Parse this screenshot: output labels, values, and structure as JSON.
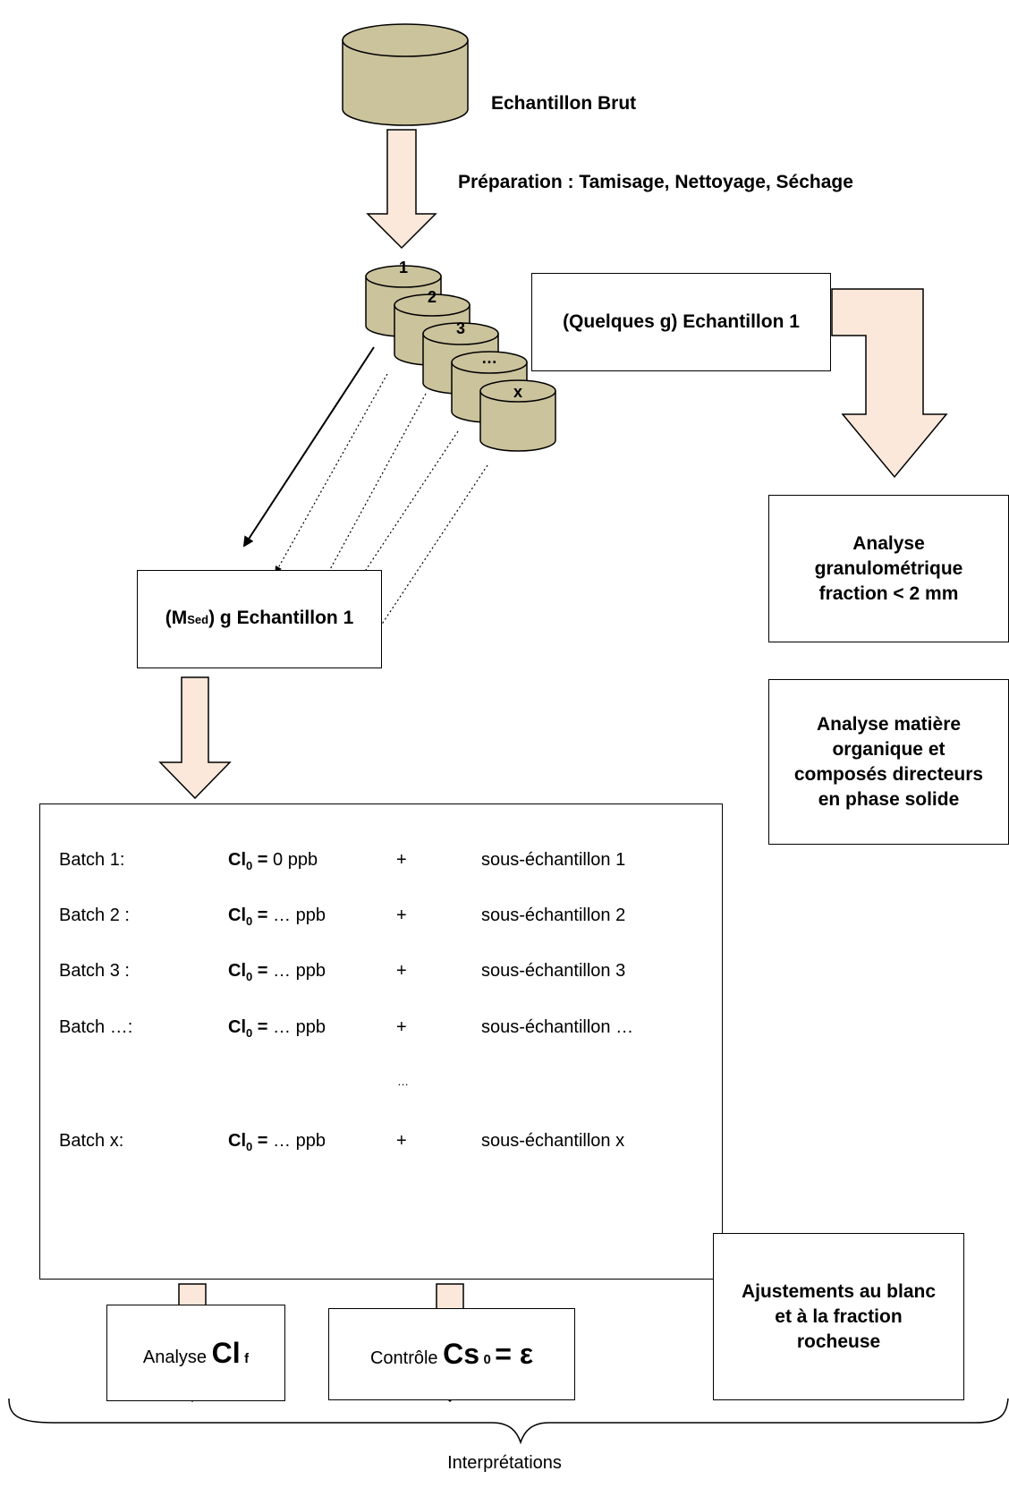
{
  "labels": {
    "sample_raw": "Echantillon Brut",
    "preparation": "Préparation : Tamisage, Nettoyage, Séchage"
  },
  "cylinders": [
    "1",
    "2",
    "3",
    "…",
    "x"
  ],
  "boxes": {
    "few_grams_sample": "(Quelques g) Echantillon 1",
    "msed_prefix": "(M",
    "msed_sub": "Sed",
    "msed_suffix": ") g Echantillon 1",
    "granulometric": "Analyse granulométrique fraction < 2 mm",
    "organic": "Analyse matière organique et composés directeurs en phase solide",
    "adjustments": "Ajustements au blanc et à la fraction rocheuse",
    "analyse_prefix": "Analyse ",
    "analyse_sym": "Cl",
    "analyse_sub": "f",
    "controle_prefix": "Contrôle ",
    "controle_sym": "Cs",
    "controle_sub": "0",
    "controle_eq": "= ε"
  },
  "batch_table": {
    "cl_symbol": "Cl",
    "cl_sub": "0",
    "eq": "=",
    "plus": "+",
    "ellipsis_row": "…",
    "rows": [
      {
        "batch": "Batch 1:",
        "value": "0 ppb",
        "sample": "sous-échantillon 1"
      },
      {
        "batch": "Batch 2 :",
        "value": "… ppb",
        "sample": "sous-échantillon 2"
      },
      {
        "batch": "Batch 3 :",
        "value": "… ppb",
        "sample": "sous-échantillon 3"
      },
      {
        "batch": "Batch …:",
        "value": "… ppb",
        "sample": "sous-échantillon …"
      },
      {
        "batch": "Batch x:",
        "value": "… ppb",
        "sample": "sous-échantillon x"
      }
    ]
  },
  "footer": "Interprétations",
  "colors": {
    "cylinder_fill": "#cbc39c",
    "arrow_fill": "#fbe8da",
    "stroke": "#000000"
  }
}
